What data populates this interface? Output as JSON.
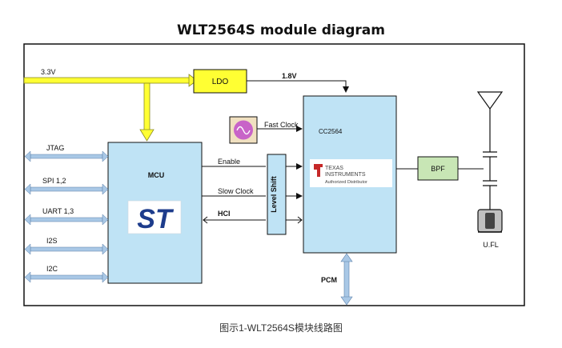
{
  "title": "WLT2564S module diagram",
  "caption": "图示1-WLT2564S模块线路图",
  "power": {
    "in_label": "3.3V",
    "ldo": "LDO",
    "out_label": "1.8V"
  },
  "mcu": {
    "label": "MCU",
    "logo_text": "ST"
  },
  "cc": {
    "label": "CC2564",
    "ti_line1": "TEXAS",
    "ti_line2": "INSTRUMENTS",
    "ti_line3": "Authorized Distributor"
  },
  "level_shift": "Level Shift",
  "bpf": "BPF",
  "ufl": "U.FL",
  "signals": {
    "fast_clock": "Fast Clock",
    "enable": "Enable",
    "slow_clock": "Slow Clock",
    "hci": "HCI",
    "pcm": "PCM"
  },
  "interfaces": [
    "JTAG",
    "SPI 1,2",
    "UART 1,3",
    "I2S",
    "I2C"
  ],
  "colors": {
    "block_fill": "#bfe3f5",
    "yellow": "#ffff33",
    "green": "#c8e6b5",
    "arrow_blue": "#a9c8e6",
    "osc": "#c864c8"
  }
}
